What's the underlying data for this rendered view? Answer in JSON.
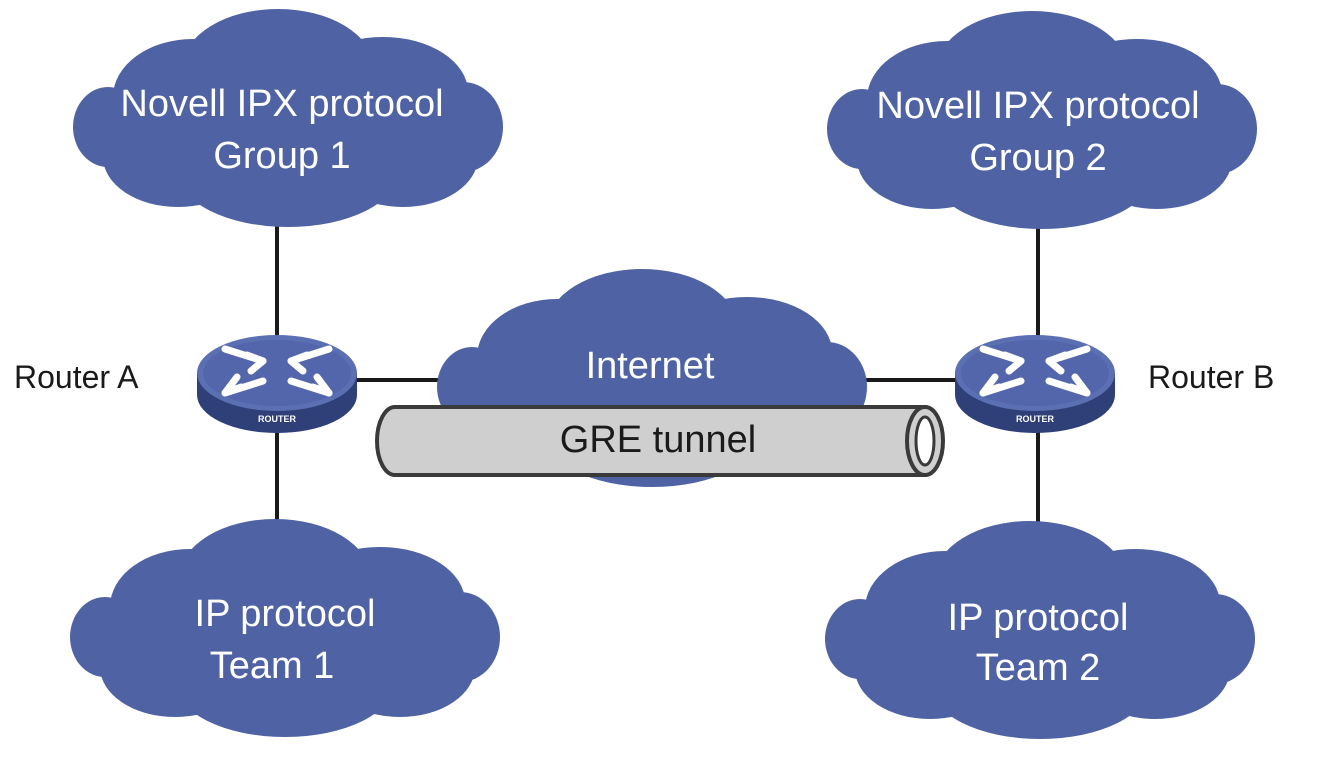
{
  "clouds": {
    "group1": {
      "line1": "Novell IPX protocol",
      "line2": "Group 1"
    },
    "group2": {
      "line1": "Novell IPX protocol",
      "line2": "Group 2"
    },
    "team1": {
      "line1": "IP protocol",
      "line2": "Team 1"
    },
    "team2": {
      "line1": "IP protocol",
      "line2": "Team 2"
    },
    "internet": {
      "label": "Internet"
    }
  },
  "routers": {
    "a": {
      "label": "Router A",
      "badge": "ROUTER"
    },
    "b": {
      "label": "Router B",
      "badge": "ROUTER"
    }
  },
  "tunnel": {
    "label": "GRE tunnel"
  },
  "colors": {
    "cloud": "#4f62a4",
    "router": "#4f62a4",
    "tunnel": "#cfcfcf",
    "line": "#1a1a1a"
  }
}
